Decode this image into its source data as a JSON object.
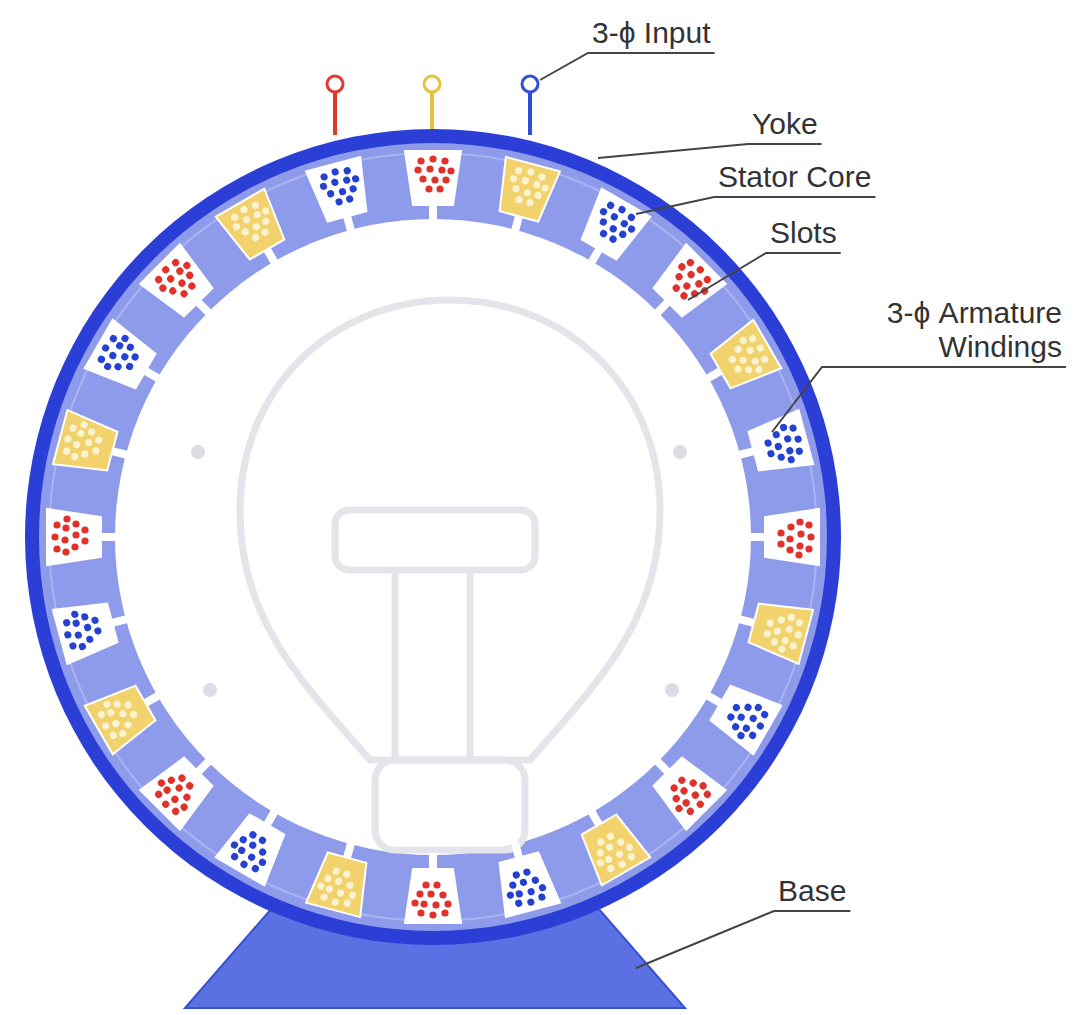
{
  "diagram": {
    "labels": [
      "3-ϕ Input",
      "Yoke",
      "Stator Core",
      "Slots",
      "3-ϕ Armature Windings",
      "Base"
    ]
  }
}
